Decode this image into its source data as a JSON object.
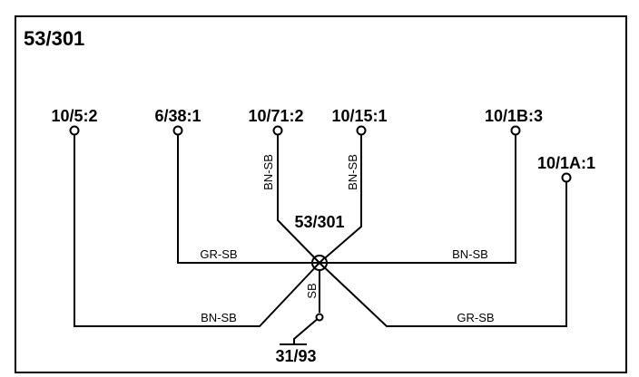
{
  "diagram": {
    "title": "53/301",
    "splice_label": "53/301",
    "ground_label": "31/93",
    "connectors": {
      "c1": "10/5:2",
      "c2": "6/38:1",
      "c3": "10/71:2",
      "c4": "10/15:1",
      "c5": "10/1B:3",
      "c6": "10/1A:1"
    },
    "wire_codes": {
      "w_c3": "BN-SB",
      "w_c4": "BN-SB",
      "w_c2": "GR-SB",
      "w_c5": "BN-SB",
      "w_ground": "SB",
      "w_c1": "BN-SB",
      "w_c6": "GR-SB"
    },
    "colors": {
      "line": "#000000",
      "background": "#ffffff"
    }
  }
}
